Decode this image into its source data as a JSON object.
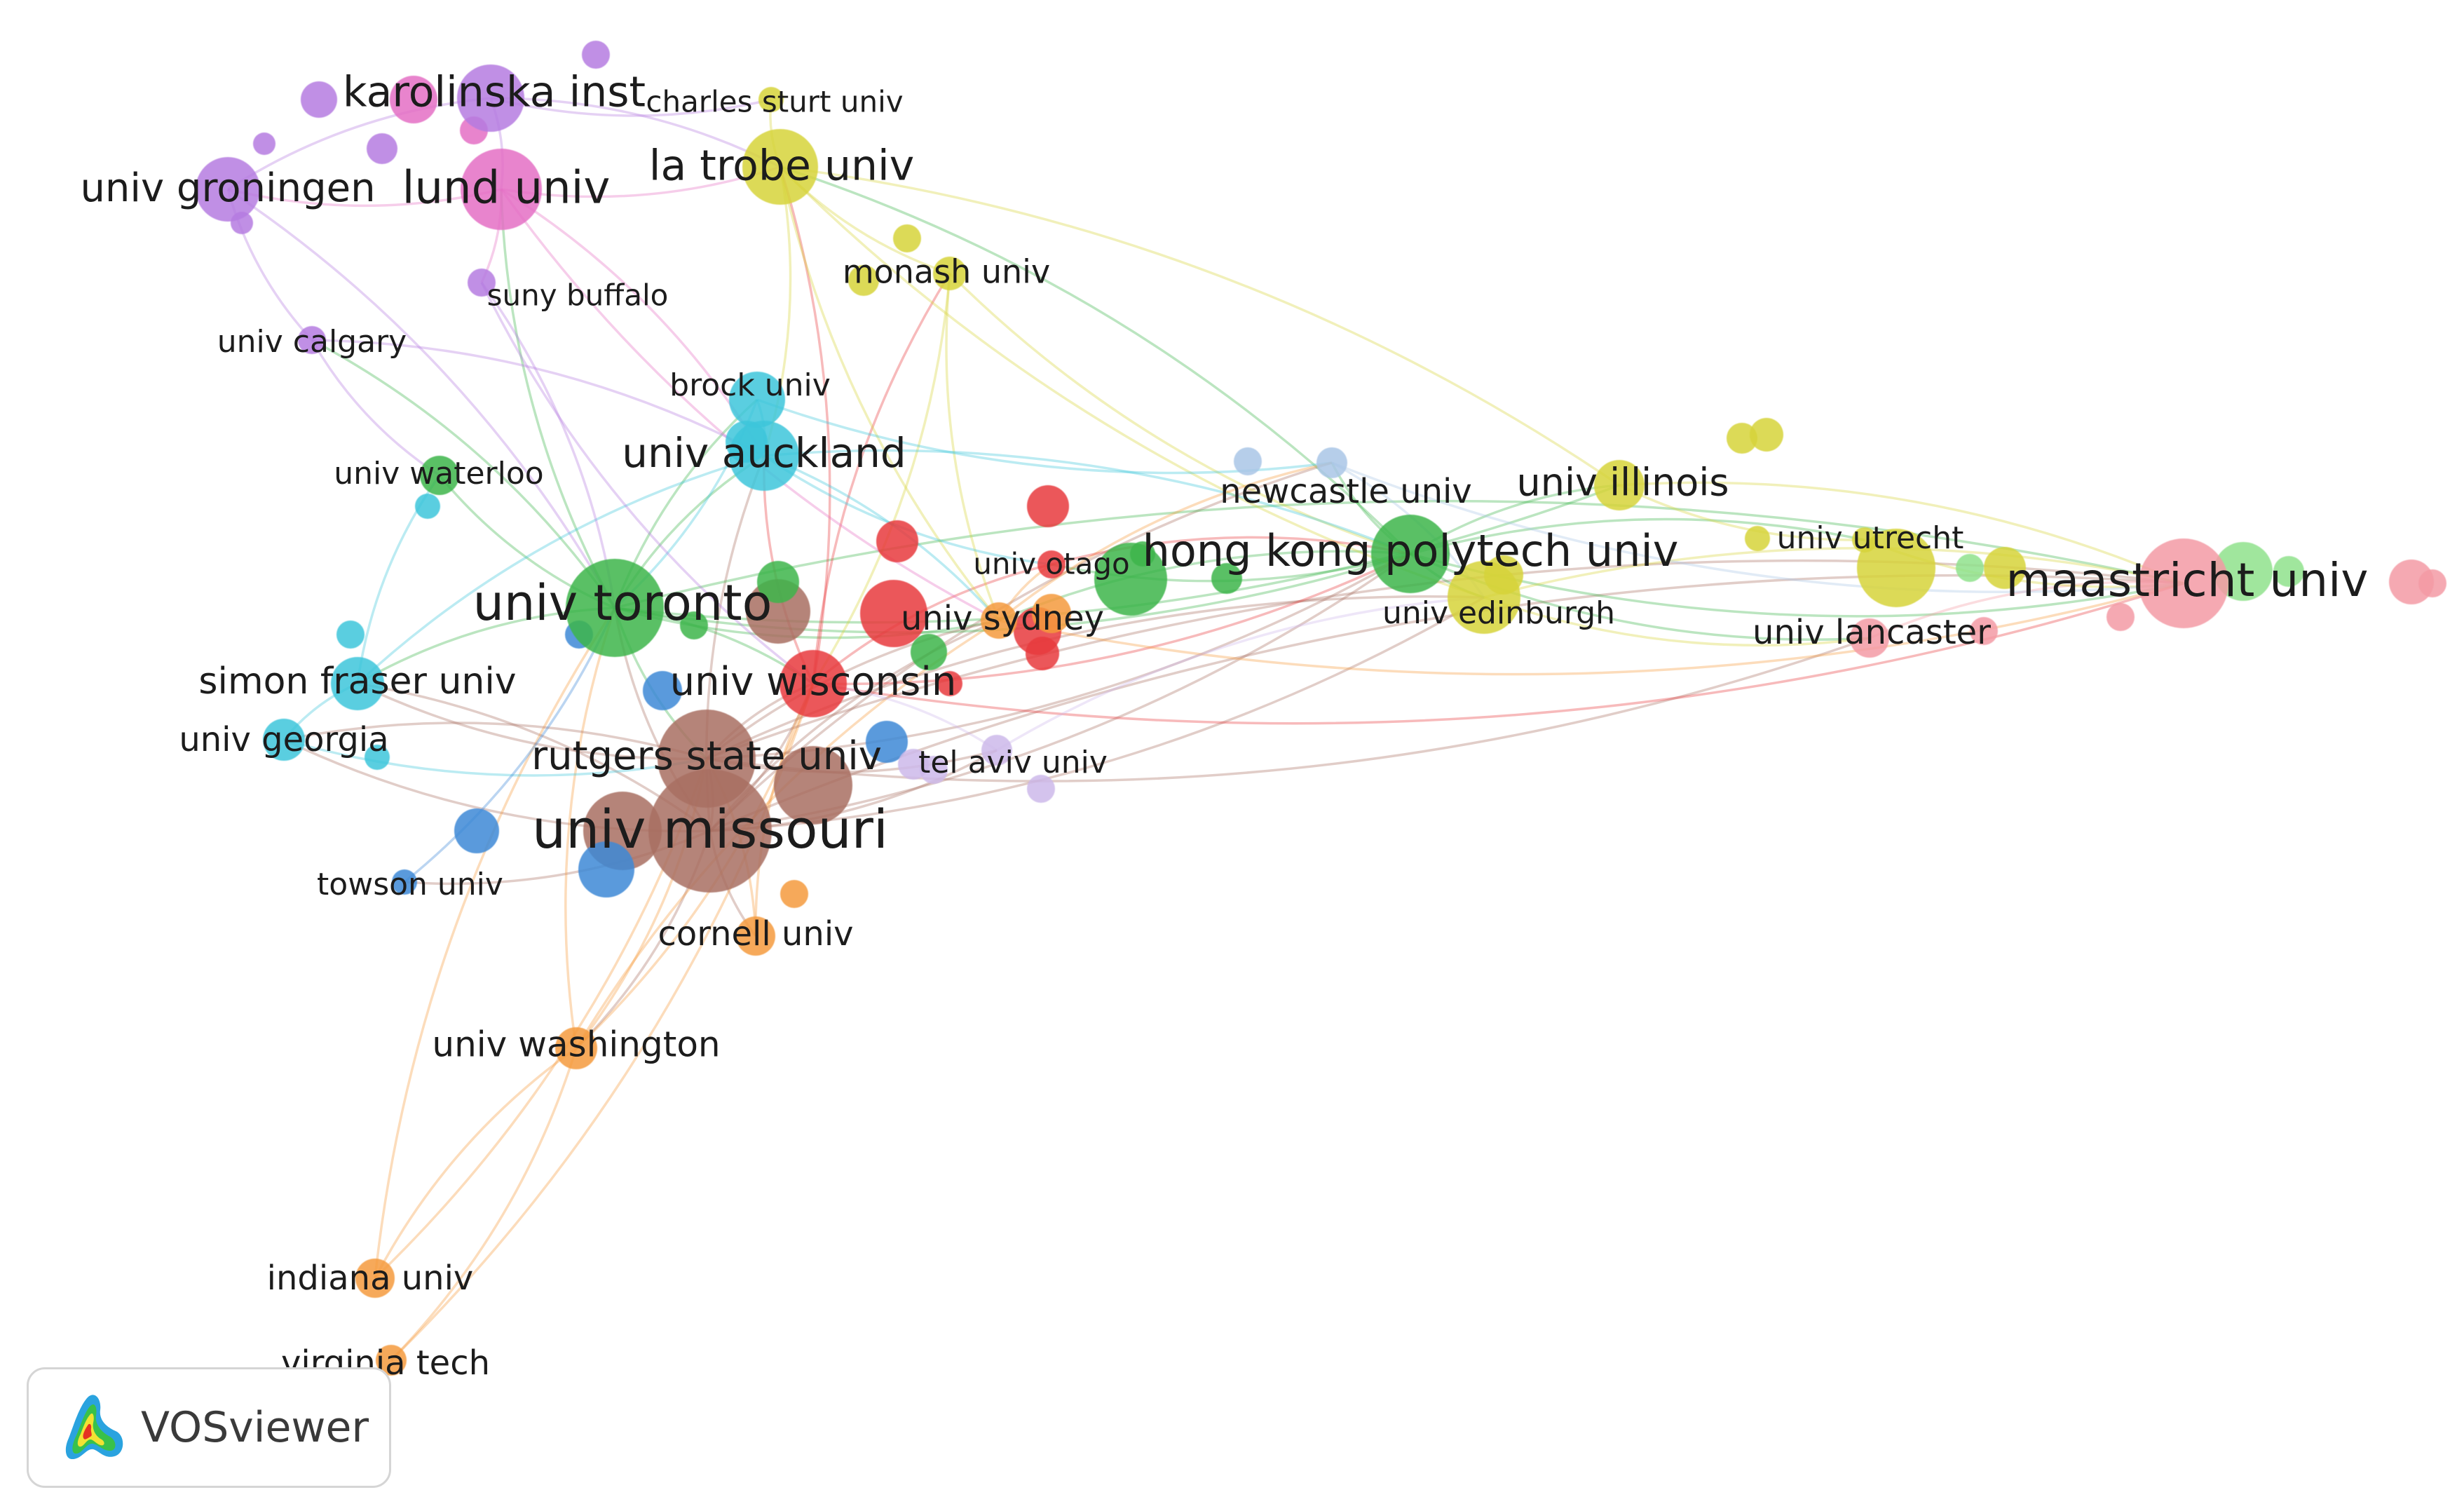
{
  "colors": {
    "red": "#e8383d",
    "green": "#3db54a",
    "blue": "#3d88d6",
    "yellow": "#d6d43a",
    "purple": "#b57be0",
    "cyan": "#3cc6da",
    "orange": "#f59a3c",
    "brown": "#a86f60",
    "pink": "#e46fc4",
    "lightblue": "#a9c5e6",
    "lightgreen": "#8fe28c",
    "lightpink": "#f39aa4",
    "lavender": "#cdb8ea"
  },
  "nodes": [
    {
      "id": "karolinska",
      "label": "karolinska inst",
      "cluster": "purple",
      "weight": 8
    },
    {
      "id": "charles_sturt",
      "label": "charles sturt univ",
      "cluster": "yellow",
      "weight": 2
    },
    {
      "id": "univ_groningen",
      "label": "univ groningen",
      "cluster": "purple",
      "weight": 7
    },
    {
      "id": "lund_univ",
      "label": "lund univ",
      "cluster": "pink",
      "weight": 9
    },
    {
      "id": "la_trobe",
      "label": "la trobe univ",
      "cluster": "yellow",
      "weight": 9
    },
    {
      "id": "monash",
      "label": "monash univ",
      "cluster": "yellow",
      "weight": 3
    },
    {
      "id": "suny_buffalo",
      "label": "suny buffalo",
      "cluster": "purple",
      "weight": 3
    },
    {
      "id": "univ_calgary",
      "label": "univ calgary",
      "cluster": "purple",
      "weight": 3
    },
    {
      "id": "brock",
      "label": "brock univ",
      "cluster": "cyan",
      "weight": 6
    },
    {
      "id": "univ_auckland",
      "label": "univ auckland",
      "cluster": "cyan",
      "weight": 8
    },
    {
      "id": "univ_waterloo",
      "label": "univ waterloo",
      "cluster": "green",
      "weight": 4
    },
    {
      "id": "newcastle",
      "label": "newcastle univ",
      "cluster": "lightblue",
      "weight": 3
    },
    {
      "id": "univ_illinois",
      "label": "univ illinois",
      "cluster": "yellow",
      "weight": 6
    },
    {
      "id": "univ_otago",
      "label": "univ otago",
      "cluster": "red",
      "weight": 3
    },
    {
      "id": "hk_polytech",
      "label": "hong kong polytech univ",
      "cluster": "green",
      "weight": 10
    },
    {
      "id": "univ_utrecht",
      "label": "univ utrecht",
      "cluster": "yellow",
      "weight": 3
    },
    {
      "id": "univ_toronto",
      "label": "univ toronto",
      "cluster": "green",
      "weight": 13
    },
    {
      "id": "univ_sydney",
      "label": "univ sydney",
      "cluster": "orange",
      "weight": 4
    },
    {
      "id": "univ_edinburgh",
      "label": "univ edinburgh",
      "cluster": "yellow",
      "weight": 9
    },
    {
      "id": "maastricht",
      "label": "maastricht univ",
      "cluster": "lightpink",
      "weight": 12
    },
    {
      "id": "univ_lancaster",
      "label": "univ lancaster",
      "cluster": "lightpink",
      "weight": 4
    },
    {
      "id": "simon_fraser",
      "label": "simon fraser univ",
      "cluster": "cyan",
      "weight": 6
    },
    {
      "id": "univ_wisconsin",
      "label": "univ wisconsin",
      "cluster": "red",
      "weight": 9
    },
    {
      "id": "univ_georgia",
      "label": "univ georgia",
      "cluster": "cyan",
      "weight": 5
    },
    {
      "id": "rutgers",
      "label": "rutgers state univ",
      "cluster": "brown",
      "weight": 11
    },
    {
      "id": "tel_aviv",
      "label": "tel aviv univ",
      "cluster": "lavender",
      "weight": 3
    },
    {
      "id": "univ_missouri",
      "label": "univ missouri",
      "cluster": "brown",
      "weight": 18
    },
    {
      "id": "towson",
      "label": "towson univ",
      "cluster": "blue",
      "weight": 3
    },
    {
      "id": "cornell",
      "label": "cornell univ",
      "cluster": "orange",
      "weight": 5
    },
    {
      "id": "univ_washington",
      "label": "univ washington",
      "cluster": "orange",
      "weight": 6
    },
    {
      "id": "indiana",
      "label": "indiana univ",
      "cluster": "orange",
      "weight": 5
    },
    {
      "id": "virginia_tech",
      "label": "virginia tech",
      "cluster": "orange",
      "weight": 4
    }
  ],
  "badge": {
    "name": "VOSviewer"
  }
}
